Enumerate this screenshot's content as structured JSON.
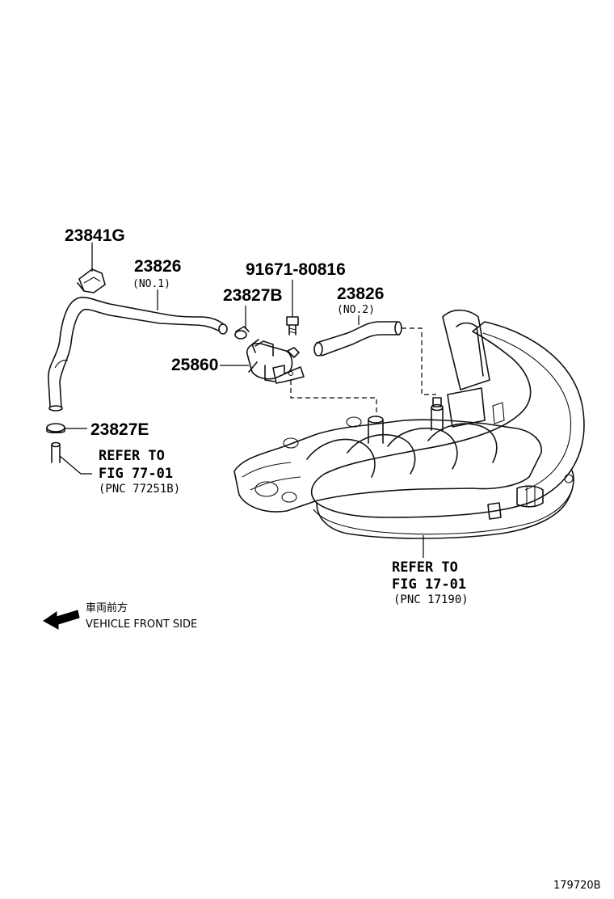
{
  "parts": {
    "p23841g": {
      "number": "23841G"
    },
    "p23826_no1": {
      "number": "23826",
      "sub": "(NO.1)"
    },
    "p91671": {
      "number": "91671-80816"
    },
    "p23827b": {
      "number": "23827B"
    },
    "p23826_no2": {
      "number": "23826",
      "sub": "(NO.2)"
    },
    "p25860": {
      "number": "25860"
    },
    "p23827e": {
      "number": "23827E"
    }
  },
  "refs": {
    "ref_77": {
      "line1": "REFER TO",
      "line2": "FIG 77-01",
      "line3": "(PNC 77251B)"
    },
    "ref_17": {
      "line1": "REFER TO",
      "line2": "FIG 17-01",
      "line3": "(PNC 17190)"
    }
  },
  "legend": {
    "japanese": "車両前方",
    "english": "VEHICLE FRONT SIDE",
    "arrow_icon": "arrow-left-icon"
  },
  "figure_id": "179720B"
}
